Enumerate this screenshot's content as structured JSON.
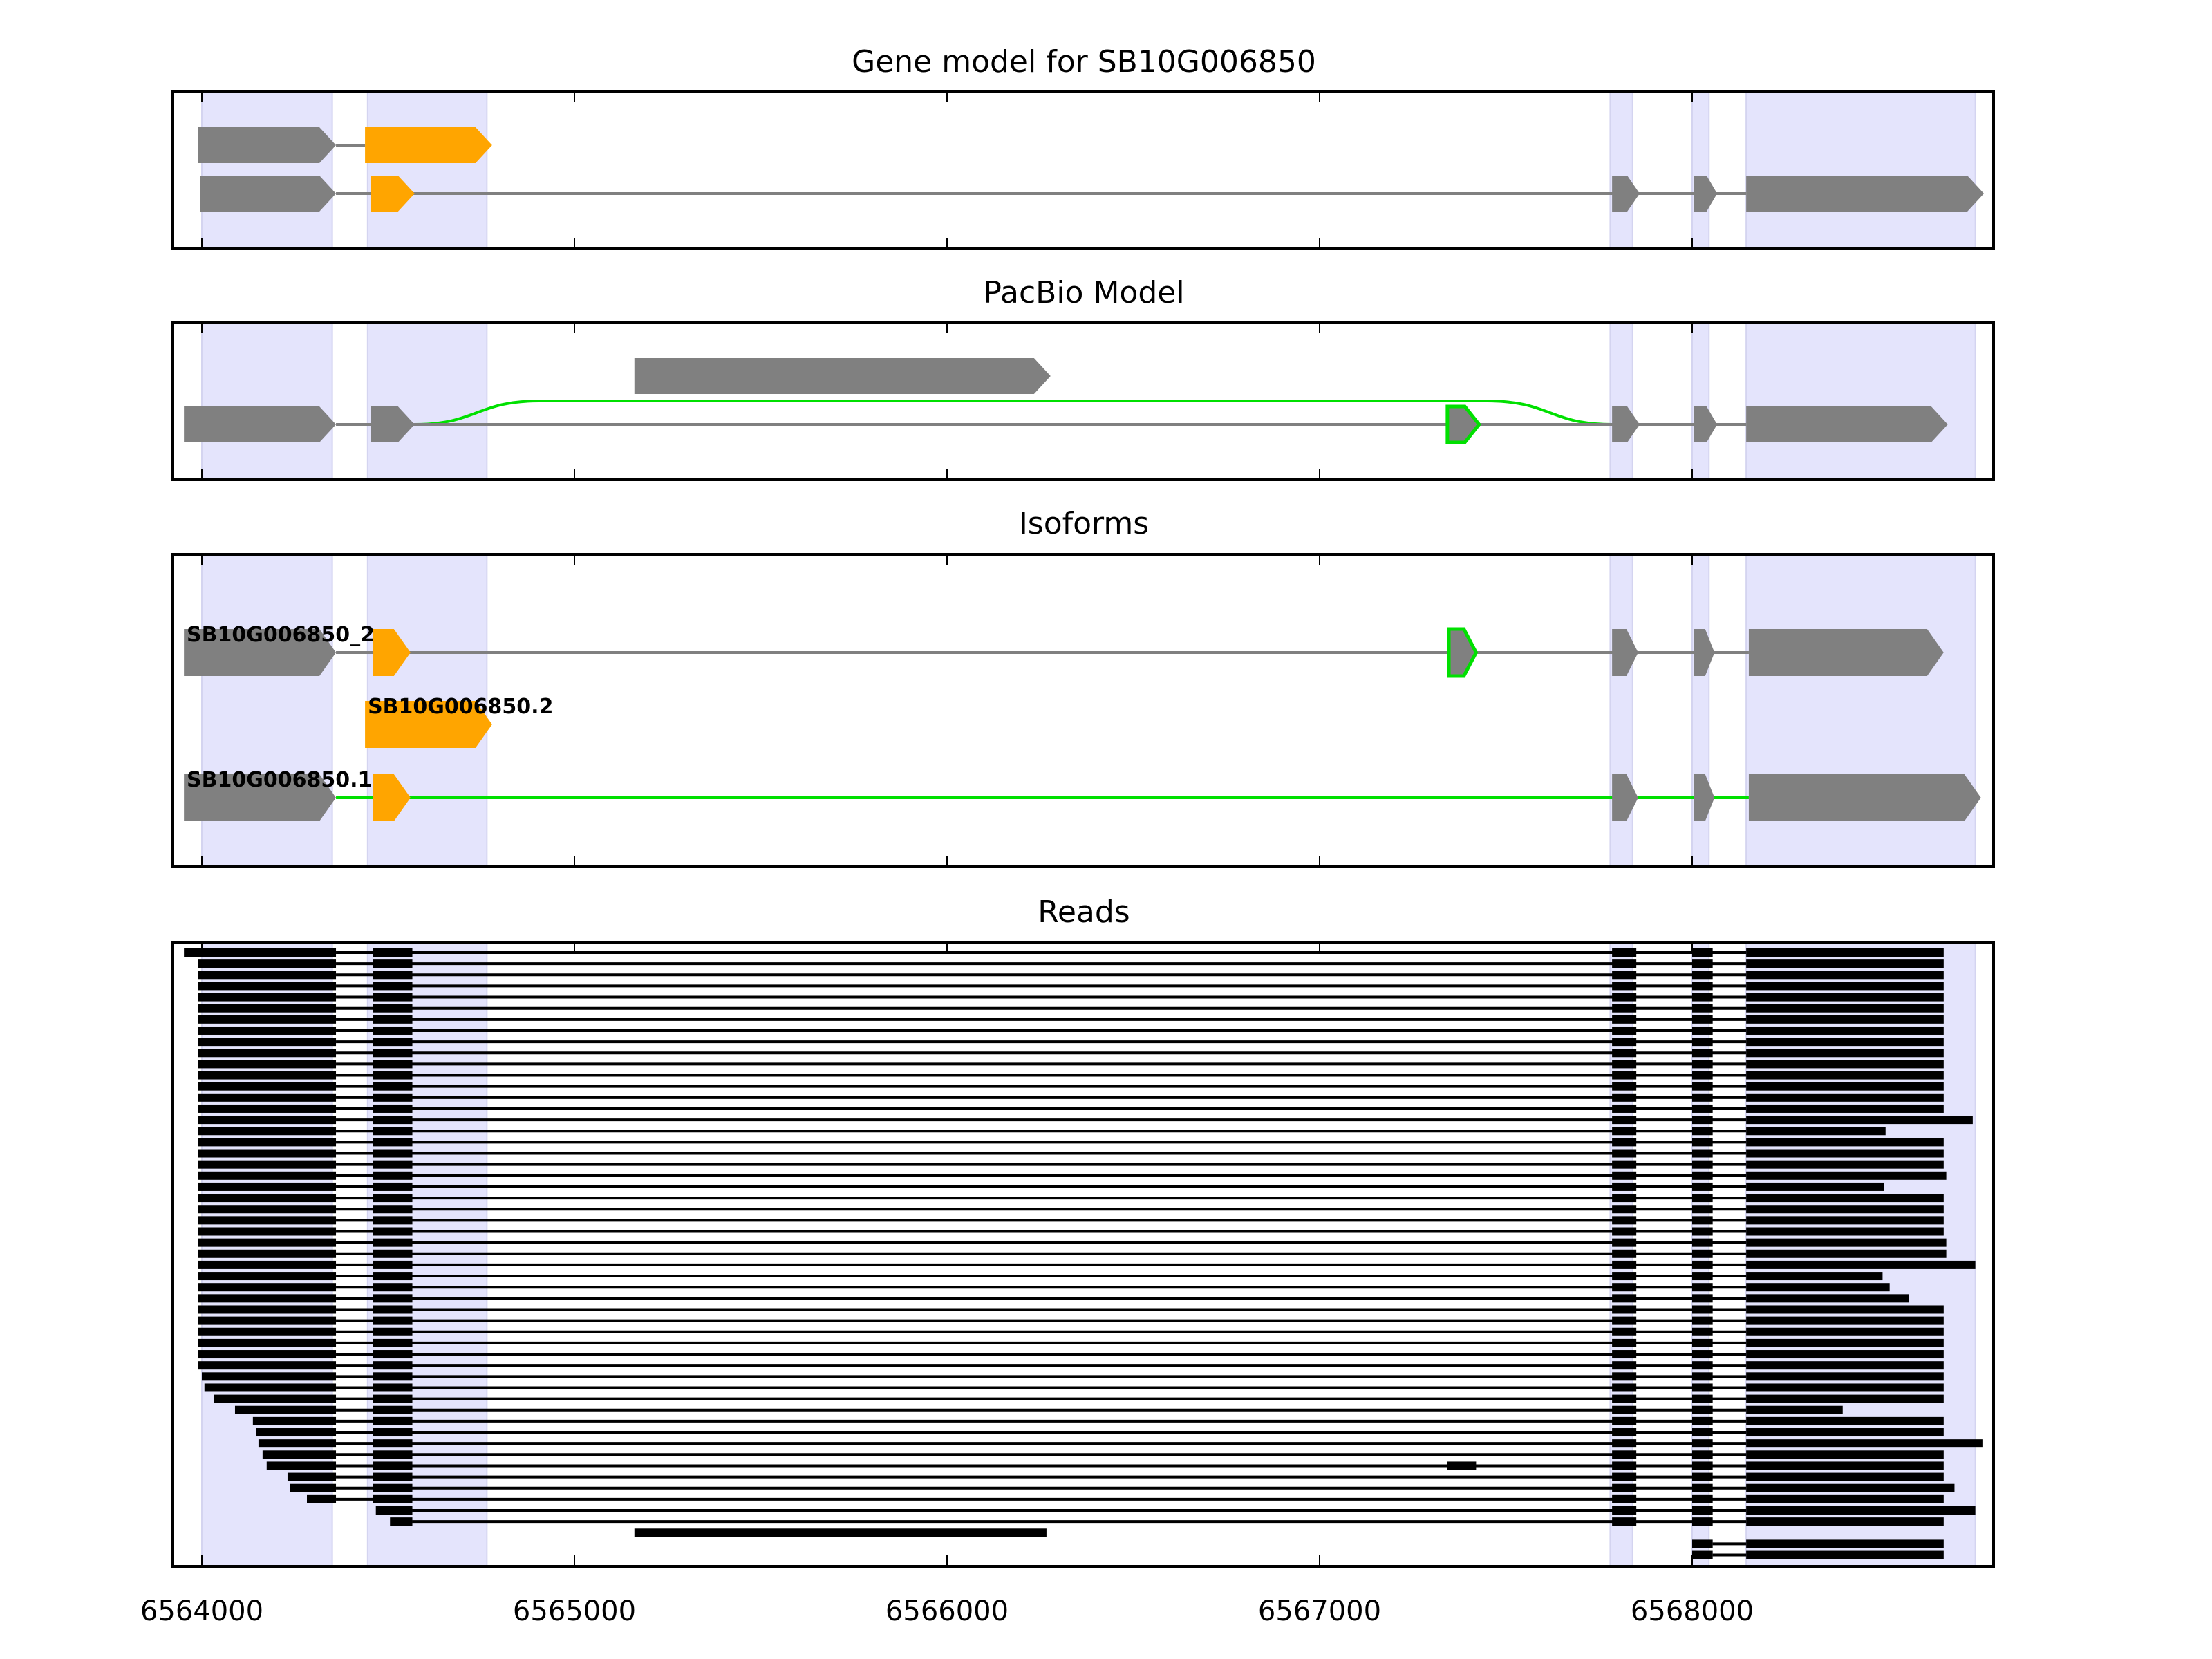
{
  "chart_data": {
    "type": "gene-track",
    "xlim": [
      6563925,
      6568810
    ],
    "xticks": [
      6564000,
      6565000,
      6566000,
      6567000,
      6568000
    ],
    "xtick_labels": [
      "6564000",
      "6565000",
      "6566000",
      "6567000",
      "6568000"
    ],
    "colors": {
      "exon": "#808080",
      "utr": "#ffa500",
      "novel": "#00e000",
      "shade": "#e4e4fc",
      "read": "#000000"
    },
    "shaded_regions": [
      [
        6564000,
        6564350
      ],
      [
        6564445,
        6564765
      ],
      [
        6567780,
        6567840
      ],
      [
        6568000,
        6568045
      ],
      [
        6568145,
        6568760
      ]
    ],
    "panels": [
      {
        "title": "Gene model for SB10G006850",
        "tracks": [
          {
            "label": "",
            "intron": "#808080",
            "exons": [
              [
                6563989,
                6564360,
                "exon"
              ],
              [
                6564438,
                6564779,
                "utr"
              ]
            ]
          },
          {
            "label": "",
            "intron": "#808080",
            "exons": [
              [
                6563996,
                6564360,
                "exon"
              ],
              [
                6564453,
                6564571,
                "utr"
              ],
              [
                6567785,
                6567859,
                "exon"
              ],
              [
                6568004,
                6568067,
                "exon"
              ],
              [
                6568145,
                6568783,
                "exon"
              ]
            ]
          }
        ]
      },
      {
        "title": "PacBio Model",
        "tracks": [
          {
            "label": "",
            "intron": "#808080",
            "exons": [
              [
                6565161,
                6566278,
                "exon"
              ]
            ]
          },
          {
            "label": "",
            "intron": "#808080",
            "exons": [
              [
                6563952,
                6564360,
                "exon"
              ],
              [
                6564453,
                6564571,
                "exon"
              ],
              [
                6567343,
                6567428,
                "novel"
              ],
              [
                6567785,
                6567859,
                "exon"
              ],
              [
                6568004,
                6568067,
                "exon"
              ],
              [
                6568145,
                6568686,
                "exon"
              ]
            ],
            "skip_junction": [
              6564571,
              6567785
            ]
          }
        ]
      },
      {
        "title": "Isoforms",
        "tracks": [
          {
            "label": "SB10G006850_2",
            "intron": "#808080",
            "exons": [
              [
                6563952,
                6564360,
                "exon"
              ],
              [
                6564460,
                6564560,
                "utr"
              ],
              [
                6567347,
                6567420,
                "novel"
              ],
              [
                6567785,
                6567855,
                "exon"
              ],
              [
                6568004,
                6568060,
                "exon"
              ],
              [
                6568152,
                6568675,
                "exon"
              ]
            ]
          },
          {
            "label": "SB10G006850.2",
            "intron": "#808080",
            "exons": [
              [
                6564438,
                6564779,
                "utr"
              ]
            ]
          },
          {
            "label": "SB10G006850.1",
            "intron": "#00e000",
            "exons": [
              [
                6563952,
                6564360,
                "exon"
              ],
              [
                6564460,
                6564560,
                "utr"
              ],
              [
                6567785,
                6567855,
                "exon"
              ],
              [
                6568004,
                6568060,
                "exon"
              ],
              [
                6568152,
                6568775,
                "exon"
              ]
            ]
          }
        ]
      },
      {
        "title": "Reads"
      }
    ],
    "read_exons": [
      [
        0,
        6564360
      ],
      [
        6564460,
        6564565
      ],
      [
        6567785,
        6567850
      ],
      [
        6568000,
        6568055
      ],
      [
        6568145,
        99999999
      ]
    ],
    "reads": [
      {
        "s": 6563952,
        "e": 6568675
      },
      {
        "s": 6563989,
        "e": 6568675
      },
      {
        "s": 6563989,
        "e": 6568675
      },
      {
        "s": 6563989,
        "e": 6568675
      },
      {
        "s": 6563989,
        "e": 6568675
      },
      {
        "s": 6563989,
        "e": 6568675
      },
      {
        "s": 6563989,
        "e": 6568675
      },
      {
        "s": 6563989,
        "e": 6568675
      },
      {
        "s": 6563989,
        "e": 6568675
      },
      {
        "s": 6563989,
        "e": 6568675
      },
      {
        "s": 6563989,
        "e": 6568675
      },
      {
        "s": 6563989,
        "e": 6568675
      },
      {
        "s": 6563989,
        "e": 6568675
      },
      {
        "s": 6563989,
        "e": 6568675
      },
      {
        "s": 6563989,
        "e": 6568675
      },
      {
        "s": 6563989,
        "e": 6568753
      },
      {
        "s": 6563989,
        "e": 6568519
      },
      {
        "s": 6563989,
        "e": 6568675
      },
      {
        "s": 6563989,
        "e": 6568675
      },
      {
        "s": 6563989,
        "e": 6568675
      },
      {
        "s": 6563989,
        "e": 6568682
      },
      {
        "s": 6563989,
        "e": 6568515
      },
      {
        "s": 6563989,
        "e": 6568675
      },
      {
        "s": 6563989,
        "e": 6568675
      },
      {
        "s": 6563989,
        "e": 6568675
      },
      {
        "s": 6563989,
        "e": 6568675
      },
      {
        "s": 6563989,
        "e": 6568682
      },
      {
        "s": 6563989,
        "e": 6568682
      },
      {
        "s": 6563989,
        "e": 6568760
      },
      {
        "s": 6563989,
        "e": 6568511
      },
      {
        "s": 6563989,
        "e": 6568530
      },
      {
        "s": 6563989,
        "e": 6568582
      },
      {
        "s": 6563989,
        "e": 6568675
      },
      {
        "s": 6563989,
        "e": 6568675
      },
      {
        "s": 6563989,
        "e": 6568675
      },
      {
        "s": 6563989,
        "e": 6568675
      },
      {
        "s": 6563989,
        "e": 6568675
      },
      {
        "s": 6563989,
        "e": 6568675
      },
      {
        "s": 6564000,
        "e": 6568675
      },
      {
        "s": 6564007,
        "e": 6568675
      },
      {
        "s": 6564033,
        "e": 6568675
      },
      {
        "s": 6564089,
        "e": 6568404
      },
      {
        "s": 6564137,
        "e": 6568675
      },
      {
        "s": 6564145,
        "e": 6568675
      },
      {
        "s": 6564152,
        "e": 6568779
      },
      {
        "s": 6564163,
        "e": 6568675
      },
      {
        "s": 6564174,
        "e": 6568675,
        "extra": [
          6567343,
          6567420
        ]
      },
      {
        "s": 6564230,
        "e": 6568675
      },
      {
        "s": 6564237,
        "e": 6568704
      },
      {
        "s": 6564282,
        "e": 6568675
      },
      {
        "s": 6564467,
        "e": 6568760
      },
      {
        "s": 6564505,
        "e": 6568675
      },
      {
        "blocks": [
          [
            6565161,
            6566267
          ]
        ]
      },
      {
        "blocks": [
          [
            6568000,
            6568055
          ],
          [
            6568145,
            6568675
          ]
        ]
      },
      {
        "blocks": [
          [
            6568000,
            6568055
          ],
          [
            6568145,
            6568675
          ]
        ]
      }
    ]
  }
}
